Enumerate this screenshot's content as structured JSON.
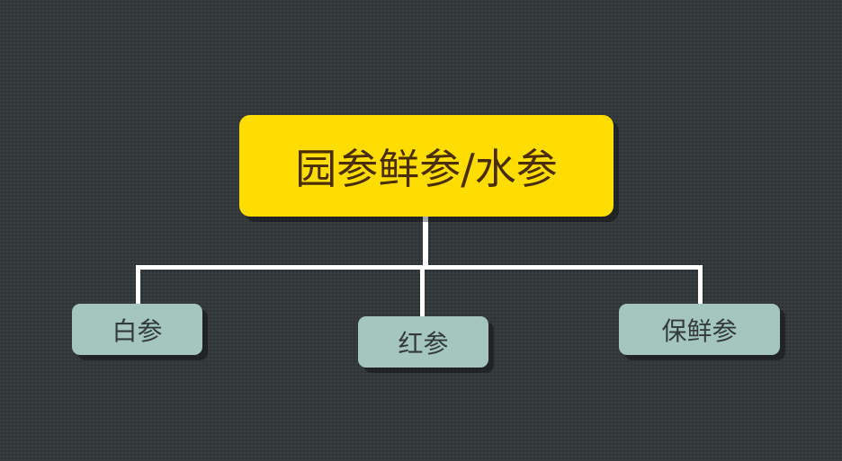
{
  "diagram": {
    "root": {
      "label": "园参鲜参/水参",
      "color": "#ffdd00",
      "text_color": "#4a2e00"
    },
    "children": [
      {
        "label": "白参"
      },
      {
        "label": "红参"
      },
      {
        "label": "保鲜参"
      }
    ],
    "child_color": "#a4c6bf",
    "connector_color": "#ffffff",
    "background_color": "#363b3e"
  }
}
